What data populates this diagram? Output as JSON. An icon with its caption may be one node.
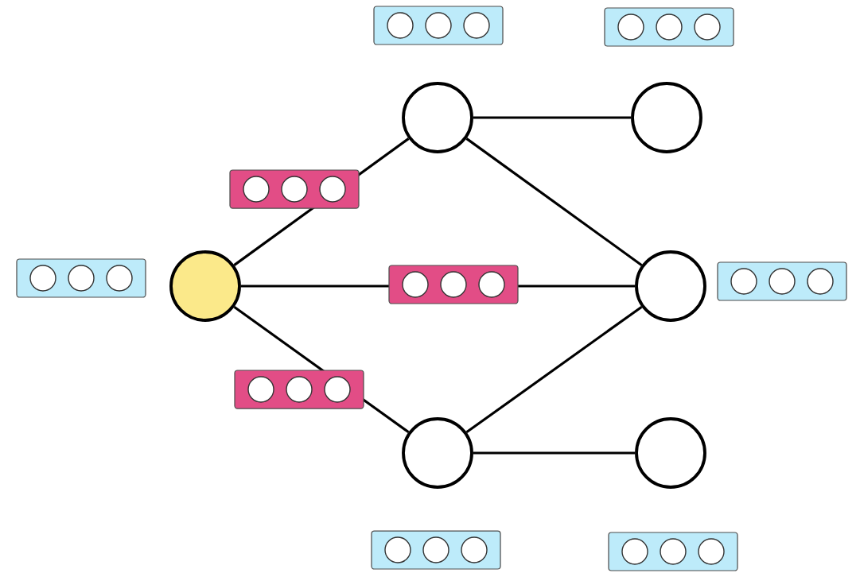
{
  "diagram": {
    "nodes": [
      {
        "text": [],
        "shape": "circle"
      },
      {
        "text": [],
        "shape": "circle"
      },
      {
        "text": [],
        "shape": "circle"
      },
      {
        "text": [],
        "shape": "circle"
      },
      {
        "text": [],
        "shape": "circle"
      },
      {
        "text": [],
        "shape": "circle"
      }
    ],
    "edges": [
      {
        "from": 0,
        "to": 1,
        "arrow": "none"
      },
      {
        "from": 0,
        "to": 4,
        "arrow": "none"
      },
      {
        "from": 0,
        "to": 2,
        "arrow": "none"
      },
      {
        "from": 1,
        "to": 3,
        "arrow": "none"
      },
      {
        "from": 1,
        "to": 4,
        "arrow": "none"
      },
      {
        "from": 2,
        "to": 4,
        "arrow": "none"
      },
      {
        "from": 2,
        "to": 5,
        "arrow": "none"
      }
    ]
  }
}
